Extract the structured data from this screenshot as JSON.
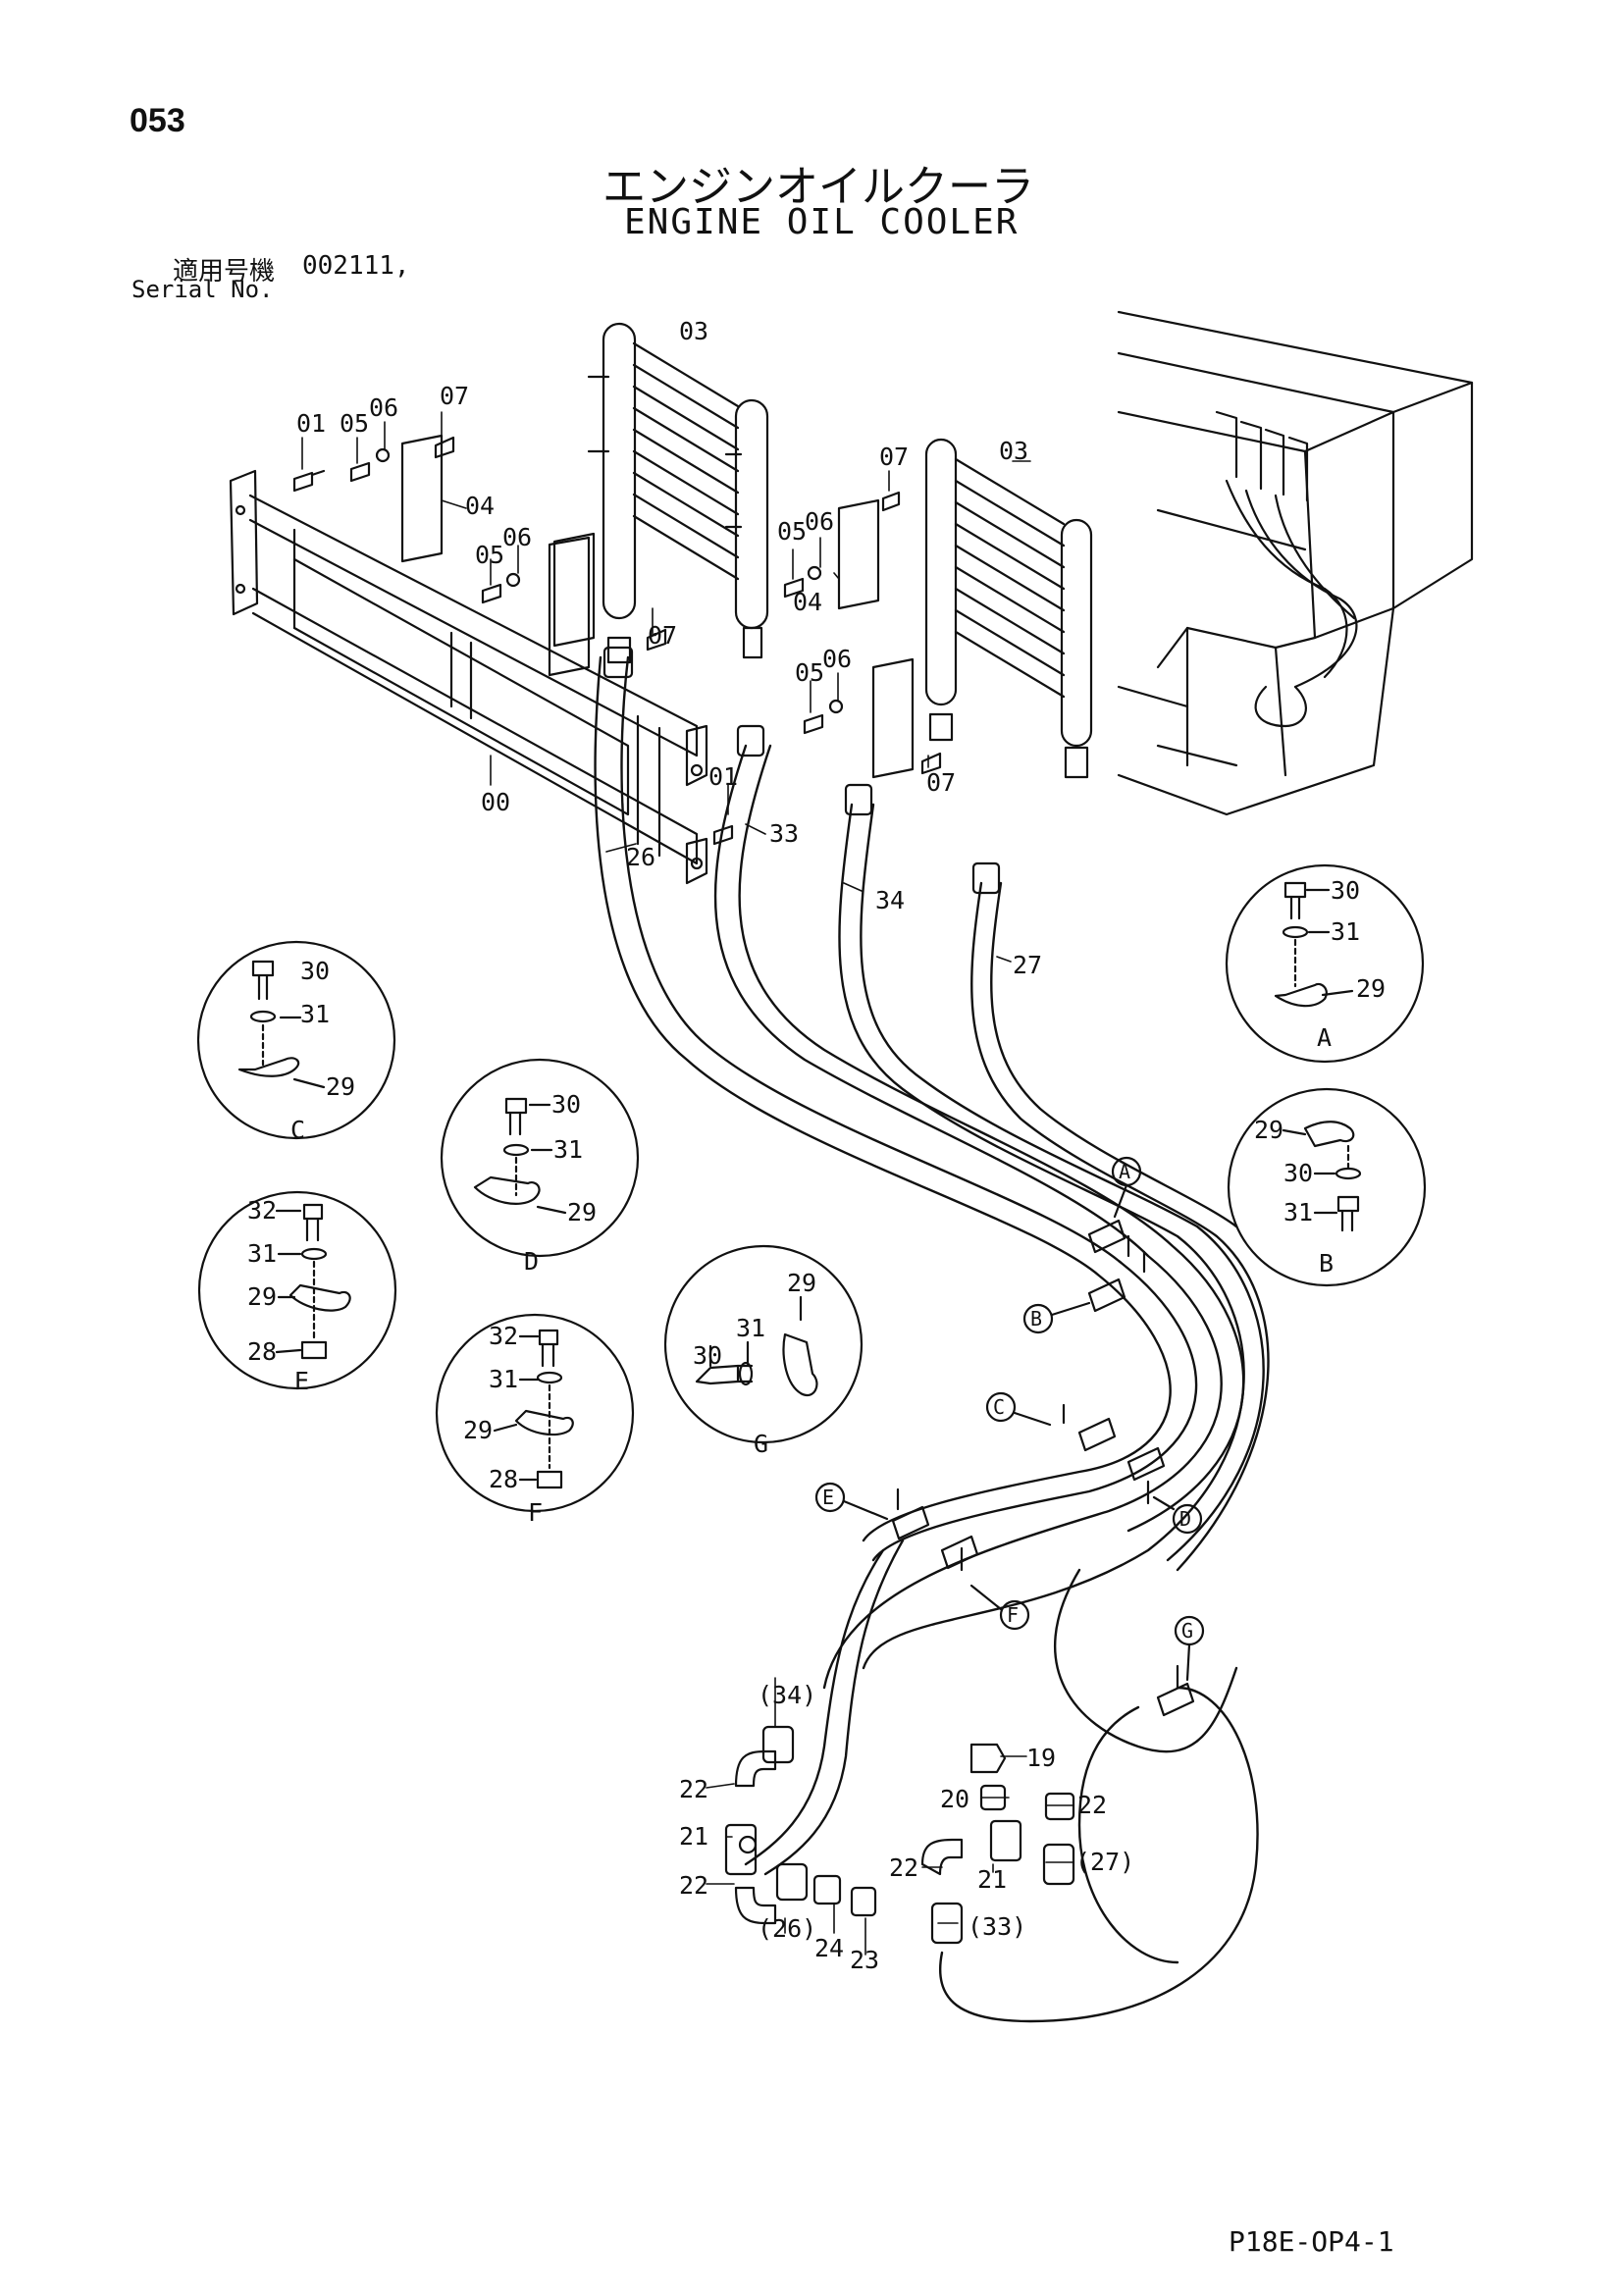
{
  "page_number": "053",
  "title_jp": "エンジンオイルクーラ",
  "title_en": "ENGINE OIL COOLER",
  "serial_label_jp": "適用号機",
  "serial_value": "002111,",
  "serial_label_en": "Serial No.",
  "ref_code": "P18E-OP4-1",
  "callouts": [
    {
      "id": "c-03a",
      "text": "03"
    },
    {
      "id": "c-03b",
      "text": "03"
    },
    {
      "id": "c-01a",
      "text": "01"
    },
    {
      "id": "c-05a",
      "text": "05"
    },
    {
      "id": "c-06a",
      "text": "06"
    },
    {
      "id": "c-07a",
      "text": "07"
    },
    {
      "id": "c-04a",
      "text": "04"
    },
    {
      "id": "c-05b",
      "text": "05"
    },
    {
      "id": "c-06b",
      "text": "06"
    },
    {
      "id": "c-07b",
      "text": "07"
    },
    {
      "id": "c-07c",
      "text": "07"
    },
    {
      "id": "c-05c",
      "text": "05"
    },
    {
      "id": "c-06c",
      "text": "06"
    },
    {
      "id": "c-04b",
      "text": "04"
    },
    {
      "id": "c-05d",
      "text": "05"
    },
    {
      "id": "c-06d",
      "text": "06"
    },
    {
      "id": "c-07d",
      "text": "07"
    },
    {
      "id": "c-00",
      "text": "00"
    },
    {
      "id": "c-01b",
      "text": "01"
    },
    {
      "id": "c-33",
      "text": "33"
    },
    {
      "id": "c-26",
      "text": "26"
    },
    {
      "id": "c-34",
      "text": "34"
    },
    {
      "id": "c-27",
      "text": "27"
    },
    {
      "id": "c-19",
      "text": "19"
    },
    {
      "id": "c-20",
      "text": "20"
    },
    {
      "id": "c-22a",
      "text": "22"
    },
    {
      "id": "c-22b",
      "text": "22"
    },
    {
      "id": "c-22c",
      "text": "22"
    },
    {
      "id": "c-22d",
      "text": "22"
    },
    {
      "id": "c-21a",
      "text": "21"
    },
    {
      "id": "c-21b",
      "text": "21"
    },
    {
      "id": "c-34p",
      "text": "(34)"
    },
    {
      "id": "c-26p",
      "text": "(26)"
    },
    {
      "id": "c-27p",
      "text": "(27)"
    },
    {
      "id": "c-33p",
      "text": "(33)"
    },
    {
      "id": "c-24",
      "text": "24"
    },
    {
      "id": "c-23",
      "text": "23"
    }
  ],
  "detail_views": [
    {
      "id": "A",
      "label": "A",
      "parts": [
        "30",
        "31",
        "29"
      ]
    },
    {
      "id": "B",
      "label": "B",
      "parts": [
        "29",
        "30",
        "31"
      ]
    },
    {
      "id": "C",
      "label": "C",
      "parts": [
        "30",
        "31",
        "29"
      ]
    },
    {
      "id": "D",
      "label": "D",
      "parts": [
        "30",
        "31",
        "29"
      ]
    },
    {
      "id": "E",
      "label": "E",
      "parts": [
        "32",
        "31",
        "29",
        "28"
      ]
    },
    {
      "id": "F",
      "label": "F",
      "parts": [
        "32",
        "31",
        "29",
        "28"
      ]
    },
    {
      "id": "G",
      "label": "G",
      "parts": [
        "29",
        "31",
        "30"
      ]
    }
  ],
  "clamp_markers": [
    "A",
    "B",
    "C",
    "D",
    "E",
    "F",
    "G"
  ]
}
